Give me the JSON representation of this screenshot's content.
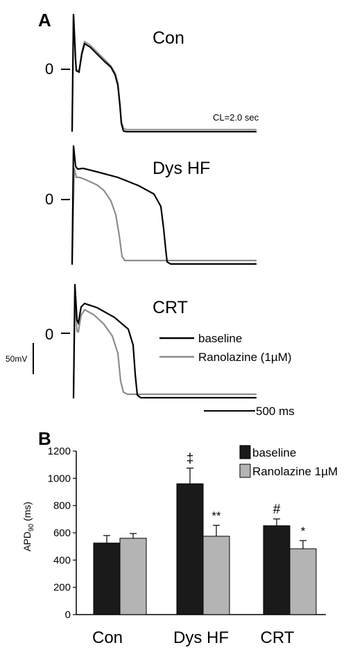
{
  "panel_a": {
    "letter": "A",
    "traces": [
      {
        "label": "Con",
        "zero": "0"
      },
      {
        "label": "Dys HF",
        "zero": "0"
      },
      {
        "label": "CRT",
        "zero": "0"
      }
    ],
    "cl_note": "CL=2.0 sec",
    "legend": {
      "baseline": "baseline",
      "ranolazine": "Ranolazine (1µM)"
    },
    "scale_v": "50mV",
    "scale_t": "500 ms"
  },
  "panel_b": {
    "letter": "B"
  },
  "colors": {
    "baseline": "#1a1a1a",
    "ranolazine": "#b4b4b4",
    "trace_baseline": "#000000",
    "trace_ranolazine": "#8c8c8c"
  },
  "chart_data": [
    {
      "type": "line",
      "panel": "A",
      "title": "",
      "xlabel": "",
      "ylabel": "",
      "series_names_from_legend": [
        "baseline",
        "Ranolazine (1µM)"
      ],
      "note": "Action potential traces; APD90 values shown in panel B"
    },
    {
      "type": "bar",
      "panel": "B",
      "categories": [
        "Con",
        "Dys HF",
        "CRT"
      ],
      "series": [
        {
          "name": "baseline",
          "values": [
            525,
            960,
            652
          ],
          "errors": [
            55,
            115,
            50
          ]
        },
        {
          "name": "Ranolazine 1µM",
          "values": [
            560,
            575,
            483
          ],
          "errors": [
            35,
            80,
            60
          ]
        }
      ],
      "ylabel_main": "APD",
      "ylabel_sub": "90",
      "ylabel_unit": " (ms)",
      "ylim": [
        0,
        1200
      ],
      "yticks": [
        "0",
        "200",
        "400",
        "600",
        "800",
        "1000",
        "1200"
      ],
      "annotations": [
        {
          "category": 1,
          "series": 0,
          "text": "‡"
        },
        {
          "category": 1,
          "series": 1,
          "text": "**"
        },
        {
          "category": 2,
          "series": 0,
          "text": "#"
        },
        {
          "category": 2,
          "series": 1,
          "text": "*"
        }
      ],
      "legend_position": "top-right",
      "grid": false
    }
  ]
}
